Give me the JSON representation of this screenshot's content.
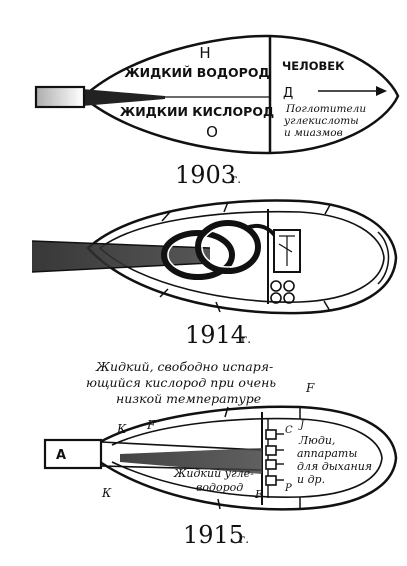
{
  "fig1903": {
    "h_letter": "Н",
    "hydrogen": "ЖИДКИЙ ВОДОРОД",
    "oxygen": "ЖИДКИИ КИСЛОРОД",
    "o_letter": "О",
    "human": "ЧЕЛОВЕК",
    "d_letter": "Д",
    "absorbers": [
      "Поглотители",
      "углекислоты",
      "и миазмов"
    ],
    "year": "1903",
    "year_suffix": "г."
  },
  "fig1914": {
    "year": "1914",
    "year_suffix": "г."
  },
  "fig1915": {
    "caption": [
      "Жидкий, свободно испаря-",
      "ющийся кислород при очень",
      "низкой температуре"
    ],
    "f_top": "F",
    "k_upper": "К",
    "f_inner": "F",
    "a_letter": "А",
    "c_letter": "С",
    "j_letter": "J",
    "people": [
      "Люди,",
      "аппараты",
      "для дыхания",
      "и др."
    ],
    "hydrocarbon": [
      "Жидкий угле-",
      "водород"
    ],
    "f_bottom": "F",
    "p_letter": "Р",
    "k_lower": "К",
    "year": "1915",
    "year_suffix": "г."
  }
}
